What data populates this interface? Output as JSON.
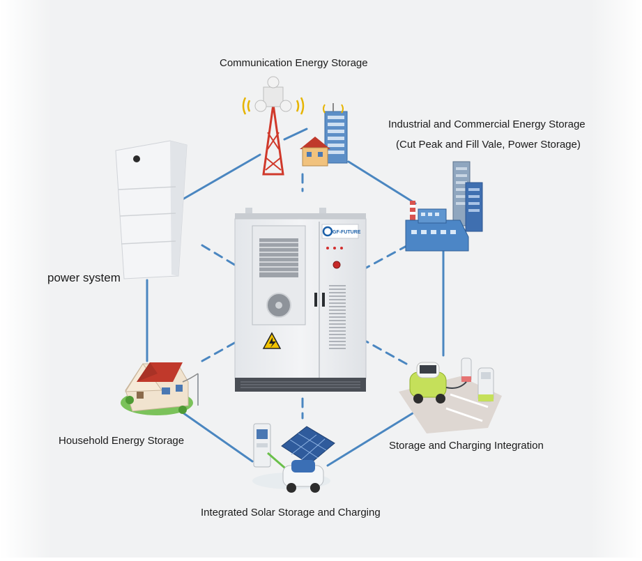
{
  "diagram": {
    "center": {
      "name": "Energy Storage Cabinet",
      "logo_text": "GF-FUTURE",
      "logo_sub": ""
    },
    "nodes": [
      {
        "id": "communication",
        "label": "Communication Energy Storage"
      },
      {
        "id": "industrial",
        "label_line1": "Industrial and Commercial Energy Storage",
        "label_line2": "(Cut Peak and Fill Vale, Power Storage)"
      },
      {
        "id": "charging",
        "label": "Storage and Charging Integration"
      },
      {
        "id": "solar",
        "label": "Integrated Solar Storage and Charging"
      },
      {
        "id": "household",
        "label": "Household Energy Storage"
      },
      {
        "id": "power",
        "label": "power system"
      }
    ]
  },
  "colors": {
    "line": "#4a86c0",
    "cabinet": "#ebedf0",
    "accent_red": "#c62828",
    "roof_red": "#c0392b",
    "solar_blue": "#2f5b9c",
    "grass": "#6ab04c"
  }
}
